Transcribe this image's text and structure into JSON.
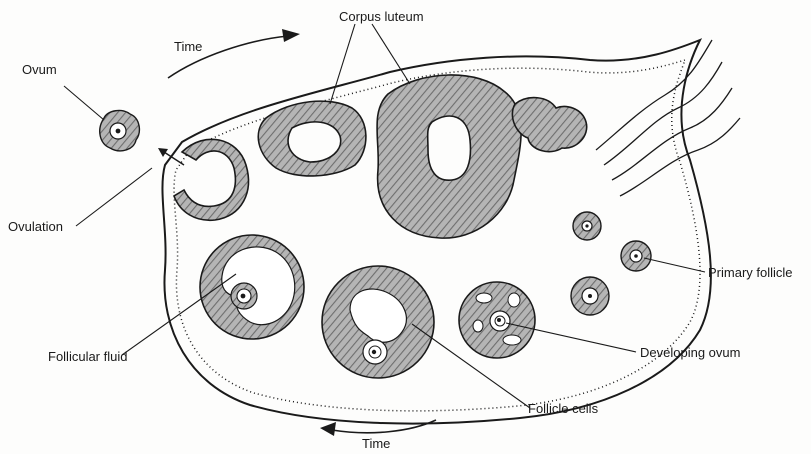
{
  "colors": {
    "ink": "#1a1a1a",
    "tissue": "#8a8a8a",
    "background": "#fdfdfc"
  },
  "labels": {
    "ovum": "Ovum",
    "corpus_luteum": "Corpus luteum",
    "time_top": "Time",
    "ovulation": "Ovulation",
    "primary_follicle": "Primary follicle",
    "follicular_fluid": "Follicular fluid",
    "developing_ovum": "Developing ovum",
    "follicle_cells": "Follicle cells",
    "time_bottom": "Time"
  }
}
